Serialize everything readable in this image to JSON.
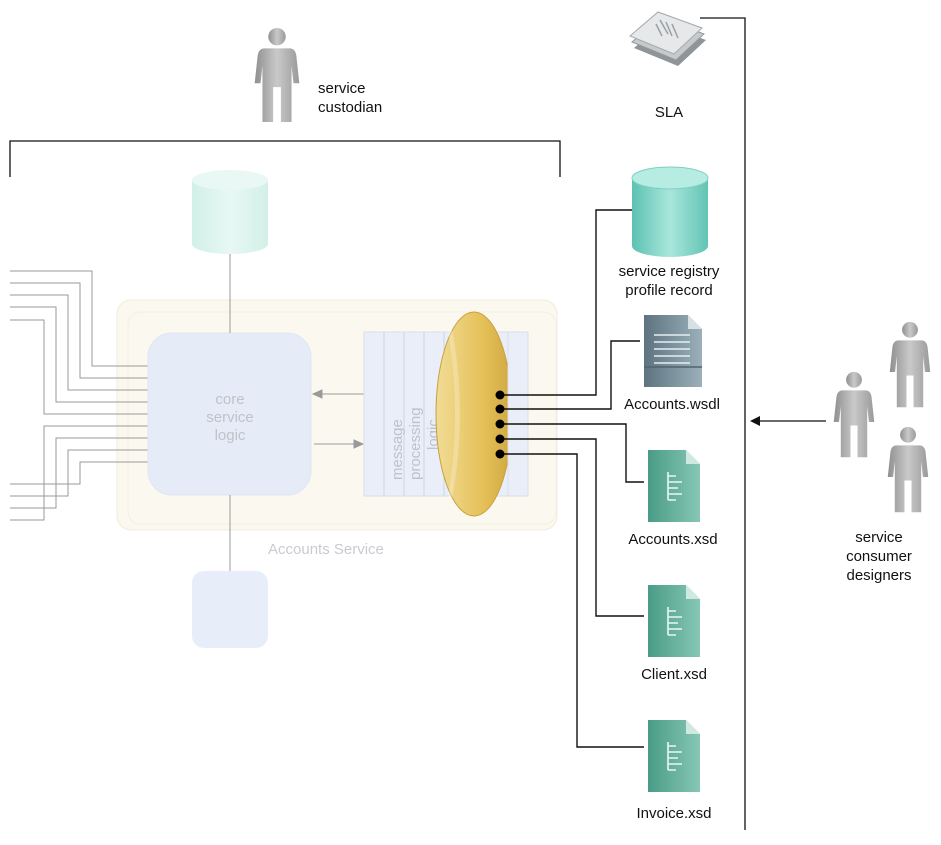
{
  "labels": {
    "service_custodian": [
      "service",
      "custodian"
    ],
    "sla": "SLA",
    "service_registry": [
      "service registry",
      "profile record"
    ],
    "accounts_wsdl": "Accounts.wsdl",
    "accounts_xsd": "Accounts.xsd",
    "client_xsd": "Client.xsd",
    "invoice_xsd": "Invoice.xsd",
    "service_consumer_designers": [
      "service",
      "consumer",
      "designers"
    ],
    "core_service_logic": [
      "core",
      "service",
      "logic"
    ],
    "message_processing_logic": [
      "message",
      "processing",
      "logic"
    ],
    "accounts_service": "Accounts Service"
  },
  "icons": {
    "custodian": "person-icon",
    "consumers": "person-group-icon",
    "sla": "document-stack-icon",
    "registry": "database-cylinder-icon",
    "wsdl": "wsdl-document-icon",
    "xsd": "xsd-schema-document-icon"
  },
  "colors": {
    "registry_teal": "#7fd3c6",
    "faded_teal": "#d9f2ec",
    "core_blue": "#e6eefa",
    "endpoint_gold": "#e8c96a",
    "xsd_green": "#5fae98",
    "wsdl_slate": "#6f8793",
    "person_gray": "#a8a8a8"
  }
}
